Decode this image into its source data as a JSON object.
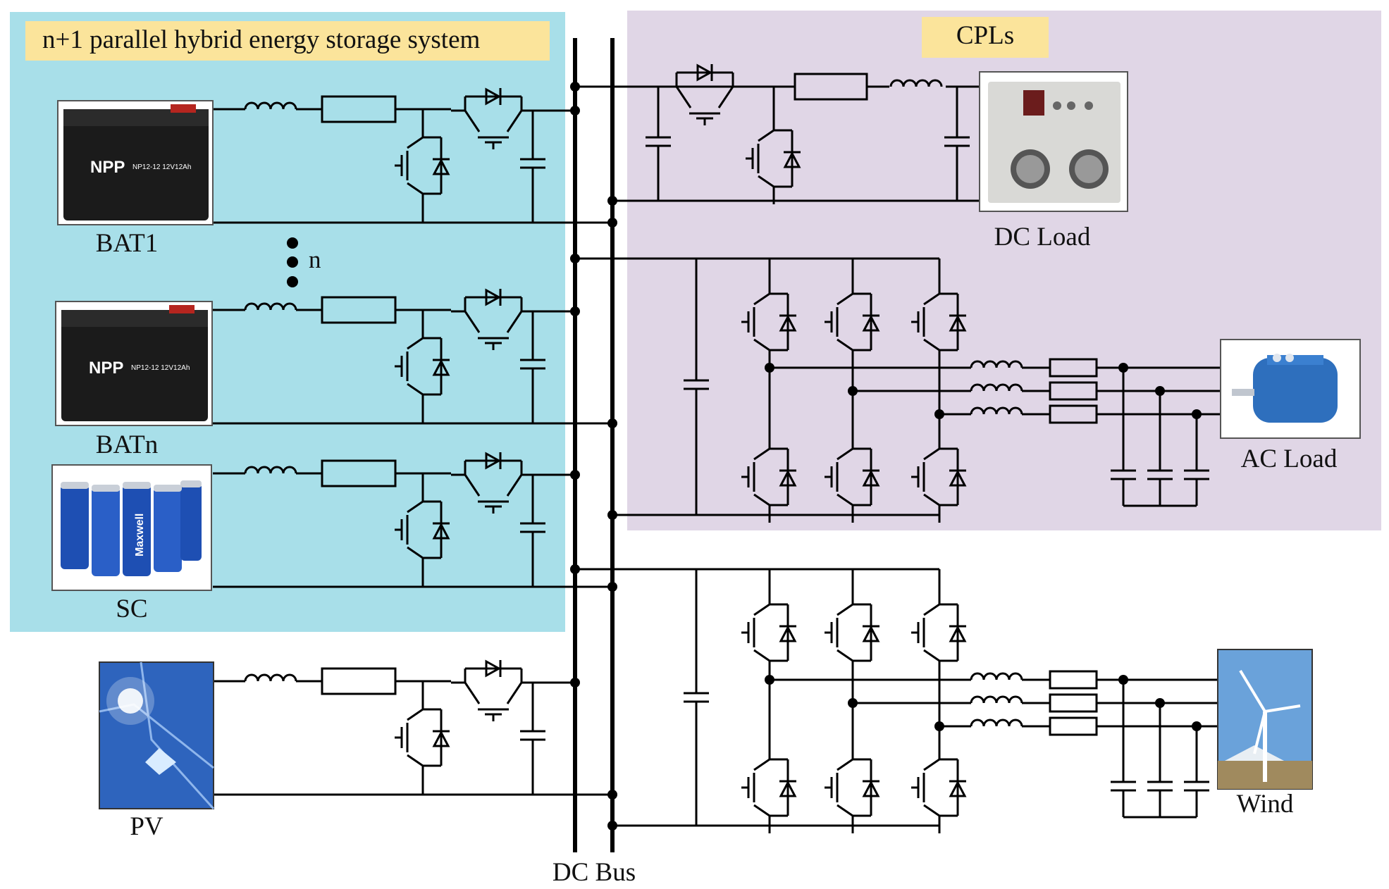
{
  "title": "n+1 parallel hybrid energy storage system",
  "cpls_label": "CPLs",
  "bus_label": "DC Bus",
  "sources": {
    "bat1": "BAT1",
    "dots_label": "n",
    "batn": "BATn",
    "sc": "SC",
    "pv": "PV"
  },
  "loads": {
    "dc_load": "DC Load",
    "ac_load": "AC Load",
    "wind": "Wind"
  },
  "photo_text": {
    "npp": "NPP",
    "npp_model": "NP12-12 12V12Ah",
    "maxwell": "Maxwell"
  },
  "colors": {
    "hess_bg": "#a8dfe9",
    "cpl_bg": "#e0d6e6",
    "label_bg": "#fbe49b"
  }
}
